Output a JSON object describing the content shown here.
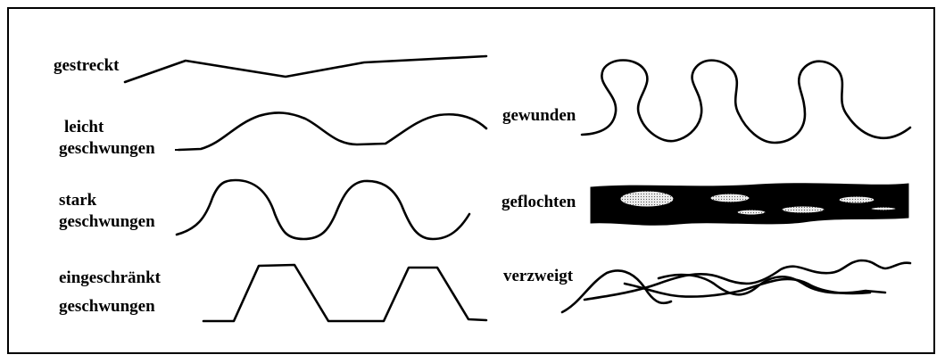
{
  "channel_patterns": {
    "left": [
      {
        "id": "gestreckt",
        "lines": [
          "gestreckt"
        ]
      },
      {
        "id": "leicht-geschwungen",
        "lines": [
          "leicht",
          "geschwungen"
        ]
      },
      {
        "id": "stark-geschwungen",
        "lines": [
          "stark",
          "geschwungen"
        ]
      },
      {
        "id": "eingeschraenkt-geschwungen",
        "lines": [
          "eingeschränkt",
          "geschwungen"
        ]
      }
    ],
    "right": [
      {
        "id": "gewunden",
        "lines": [
          "gewunden"
        ]
      },
      {
        "id": "geflochten",
        "lines": [
          "geflochten"
        ]
      },
      {
        "id": "verzweigt",
        "lines": [
          "verzweigt"
        ]
      }
    ]
  },
  "colors": {
    "ink": "#000000",
    "background": "#ffffff",
    "bar_fill": "#e6e6e6"
  }
}
